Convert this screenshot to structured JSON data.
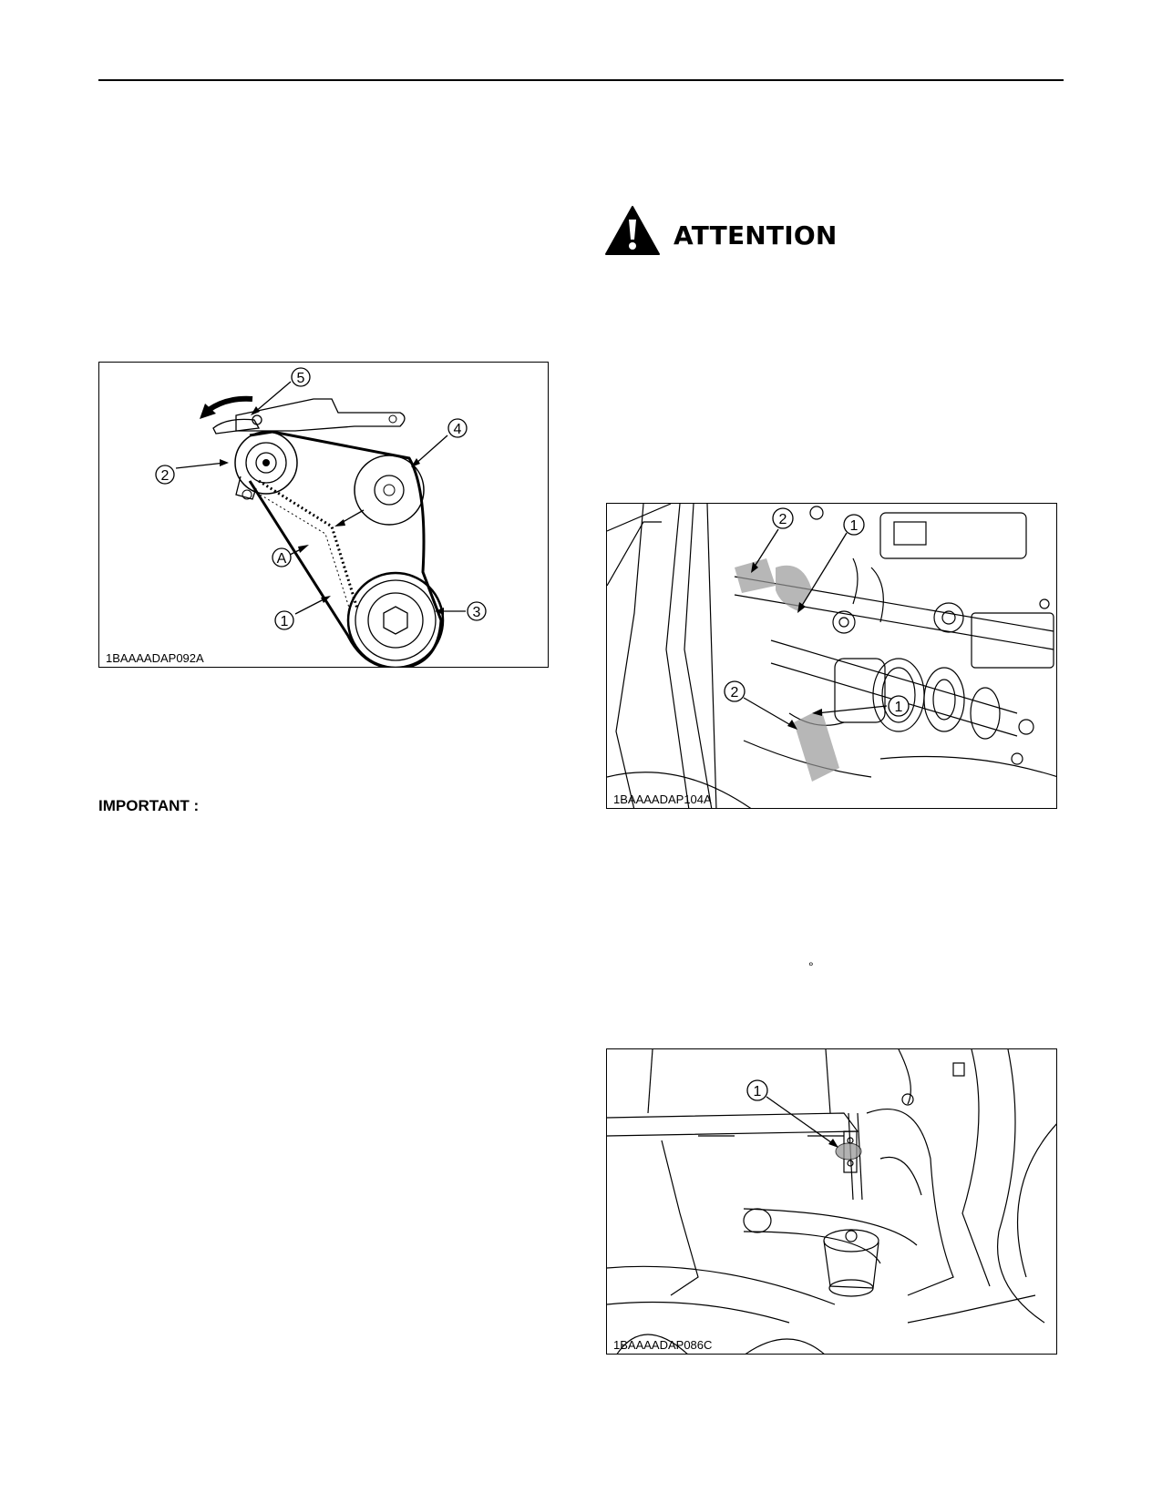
{
  "page": {
    "attention_title": "ATTENTION",
    "important_label": "IMPORTANT :",
    "degree_mark": "°"
  },
  "figures": {
    "belt_diagram": {
      "code": "1BAAAADAP092A",
      "callouts": {
        "c1": "1",
        "c2": "2",
        "c3": "3",
        "c4": "4",
        "c5": "5",
        "a": "A"
      }
    },
    "engine_photo": {
      "code": "1BAAAADAP104A",
      "callouts": {
        "c1_top": "1",
        "c2_top": "2",
        "c1_bottom": "1",
        "c2_bottom": "2"
      }
    },
    "axle_photo": {
      "code": "1BAAAADAP086C",
      "callouts": {
        "c1": "1"
      }
    }
  },
  "icons": {
    "warning": "warning-triangle-icon"
  }
}
